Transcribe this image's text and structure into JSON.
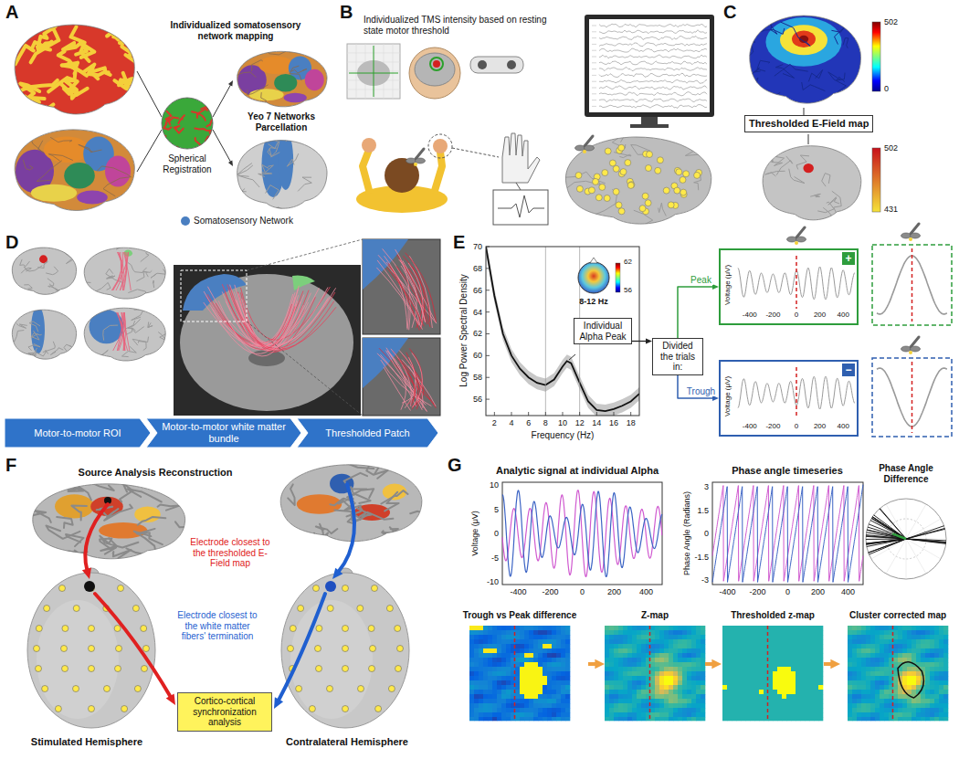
{
  "diagram": {
    "nodes": [
      {
        "text": [
          "Thresholded E-Field map"
        ]
      },
      {
        "text": [
          "Motor-to-motor ROI"
        ]
      },
      {
        "text": [
          "Motor-to-motor white matter bundle"
        ]
      },
      {
        "text": [
          "Thresholded Patch"
        ]
      },
      {
        "text": [
          "Individual Alpha Peak"
        ]
      },
      {
        "text": [
          "Divided the trials in:"
        ]
      },
      {
        "text": [
          "+"
        ]
      },
      {
        "text": [
          "−"
        ]
      },
      {
        "text": [
          "Cortico-cortical synchronization analysis"
        ]
      },
      {
        "text": [
          "Trough vs Peak difference"
        ]
      },
      {
        "text": [
          "Z-map"
        ]
      },
      {
        "text": [
          "Thresholded z-map"
        ]
      },
      {
        "text": [
          "Cluster corrected map"
        ]
      }
    ],
    "edges": [
      {
        "from": 4,
        "to": 5,
        "arrow": "to"
      },
      {
        "from": 5,
        "to": 6,
        "label": "Peak",
        "arrow": "to"
      },
      {
        "from": 5,
        "to": 7,
        "label": "Trough",
        "arrow": "to"
      },
      {
        "from": 9,
        "to": 10,
        "arrow": "to"
      },
      {
        "from": 10,
        "to": 11,
        "arrow": "to"
      },
      {
        "from": 11,
        "to": 12,
        "arrow": "to"
      }
    ],
    "labels": [
      "A",
      "Individualized somatosensory network mapping",
      "Spherical Registration",
      "Yeo 7 Networks Parcellation",
      "B",
      "Individualized TMS intensity based on resting state motor threshold",
      "C",
      "502",
      "0",
      "502",
      "431",
      "D",
      "E",
      "Log Power Spectral Density",
      "70",
      "68",
      "66",
      "64",
      "62",
      "60",
      "58",
      "56",
      "2",
      "4",
      "6",
      "8",
      "10",
      "12",
      "14",
      "16",
      "18",
      "Frequency (Hz)",
      "62",
      "56",
      "8-12 Hz",
      "Voltage (μV)",
      "-400",
      "-200",
      "0",
      "200",
      "400",
      "Voltage (μV)",
      "-400",
      "-200",
      "0",
      "200",
      "400",
      "F",
      "Source Analysis Reconstruction",
      "Electrode closest to the thresholded E-Field map",
      "Electrode closest to the white matter fibers' termination",
      "Stimulated Hemisphere",
      "Contralateral Hemisphere",
      "G",
      "Analytic signal at individual Alpha",
      "Voltage (μV)",
      "10",
      "5",
      "0",
      "-5",
      "-10",
      "-400",
      "-200",
      "0",
      "200",
      "400",
      "Phase angle timeseries",
      "Phase Angle (Radians)",
      "3",
      "1.5",
      "0",
      "-1.5",
      "-3",
      "-400",
      "-200",
      "0",
      "200",
      "400",
      "Phase Angle Difference"
    ],
    "legend": [
      {
        "text": "Somatosensory Network",
        "color": "#4a7fc1"
      }
    ]
  }
}
